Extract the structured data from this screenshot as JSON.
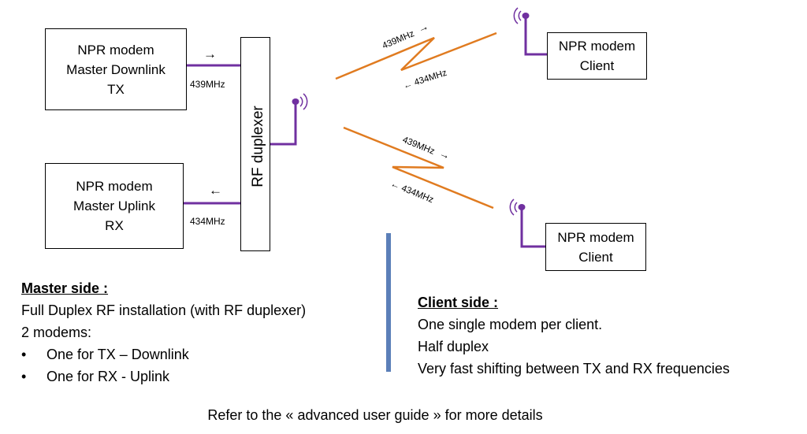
{
  "boxes": {
    "master_downlink": {
      "lines": [
        "NPR modem",
        "Master Downlink",
        "TX"
      ]
    },
    "master_uplink": {
      "lines": [
        "NPR modem",
        "Master Uplink",
        "RX"
      ]
    },
    "client_top": {
      "lines": [
        "NPR modem",
        "Client"
      ]
    },
    "client_bottom": {
      "lines": [
        "NPR modem",
        "Client"
      ]
    },
    "duplexer": "RF duplexer"
  },
  "links": {
    "downlink_freq": "439MHz",
    "uplink_freq": "434MHz",
    "tx_arrow": "→",
    "rx_arrow": "←"
  },
  "radio_paths": {
    "top": {
      "tx_label": "439MHz",
      "rx_label": "← 434MHz"
    },
    "bottom": {
      "tx_label": "439MHz",
      "rx_label": "← 434MHz"
    }
  },
  "master_side": {
    "heading": "Master side :",
    "lines": [
      "Full Duplex RF installation (with RF duplexer)",
      "2 modems:"
    ],
    "bullets": [
      "One for TX – Downlink",
      "One for RX - Uplink"
    ],
    "bullet_symbol": "•"
  },
  "client_side": {
    "heading": "Client side :",
    "lines": [
      "One single modem per client.",
      "Half duplex",
      "Very fast shifting between TX and RX frequencies"
    ]
  },
  "footer": "Refer to the « advanced user guide » for more details",
  "colors": {
    "feed": "#7030a0",
    "radio": "#e07b20",
    "divider": "#5b7fb8"
  }
}
